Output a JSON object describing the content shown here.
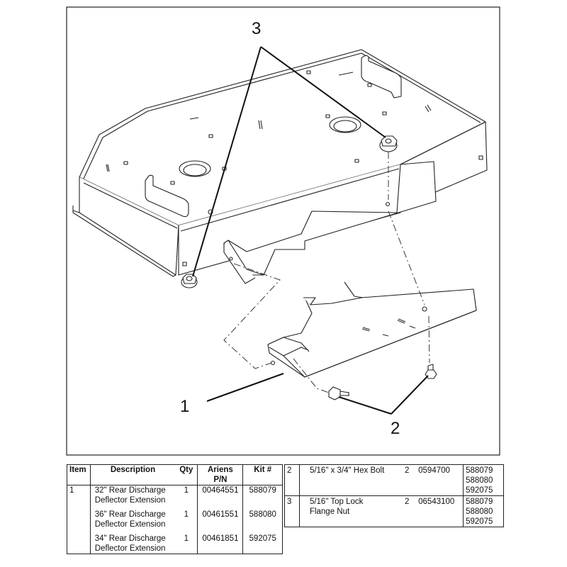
{
  "callouts": {
    "one": "1",
    "two": "2",
    "three": "3"
  },
  "table": {
    "headers": {
      "item": "Item",
      "description": "Description",
      "qty": "Qty",
      "pn_line1": "Ariens",
      "pn_line2": "P/N",
      "kit": "Kit #"
    },
    "item1": {
      "item": "1",
      "rows": [
        {
          "desc_line1": "32\" Rear Discharge",
          "desc_line2": "Deflector Extension",
          "qty": "1",
          "pn": "00464551",
          "kit": "588079"
        },
        {
          "desc_line1": "36\" Rear Discharge",
          "desc_line2": "Deflector Extension",
          "qty": "1",
          "pn": "00461551",
          "kit": "588080"
        },
        {
          "desc_line1": "34\" Rear Discharge",
          "desc_line2": "Deflector Extension",
          "qty": "1",
          "pn": "00461851",
          "kit": "592075"
        }
      ]
    },
    "item2": {
      "item": "2",
      "desc_line1": "5/16\" x 3/4\" Hex Bolt",
      "qty": "2",
      "pn": "0594700",
      "kits": [
        "588079",
        "588080",
        "592075"
      ]
    },
    "item3": {
      "item": "3",
      "desc_line1": "5/16\" Top Lock",
      "desc_line2": "Flange Nut",
      "qty": "2",
      "pn": "06543100",
      "kits": [
        "588079",
        "588080",
        "592075"
      ]
    }
  }
}
